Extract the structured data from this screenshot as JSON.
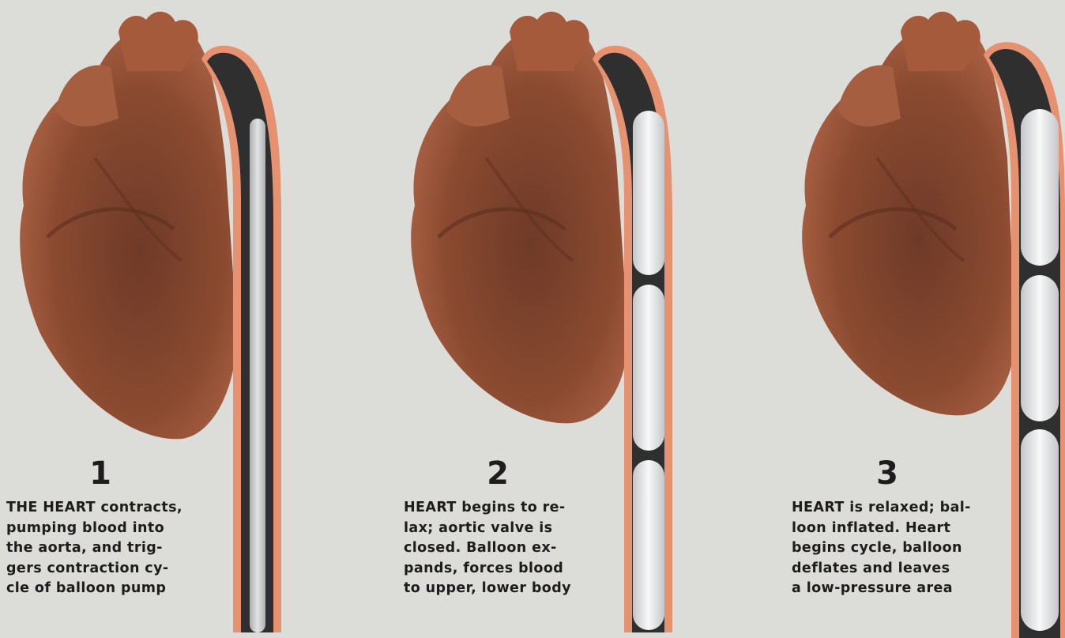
{
  "colors": {
    "background": "#dcdcd8",
    "heart": "#8a4a30",
    "aorta_wall": "#e6916f",
    "blood": "#2f2f2f",
    "balloon": "#e9ebec",
    "text": "#1e1c1c"
  },
  "panels": [
    {
      "number": "1",
      "caption_lines": [
        "THE HEART contracts,",
        "pumping blood into",
        "the aorta, and trig-",
        "gers contraction cy-",
        "cle of balloon pump"
      ],
      "balloon_state": "deflated"
    },
    {
      "number": "2",
      "caption_lines": [
        "HEART begins to re-",
        "lax; aortic valve is",
        "closed. Balloon ex-",
        "pands, forces blood",
        "to upper, lower body"
      ],
      "balloon_state": "expanding"
    },
    {
      "number": "3",
      "caption_lines": [
        "HEART is relaxed; bal-",
        "loon inflated. Heart",
        "begins cycle, balloon",
        "deflates and leaves",
        "a low-pressure area"
      ],
      "balloon_state": "inflated"
    }
  ]
}
